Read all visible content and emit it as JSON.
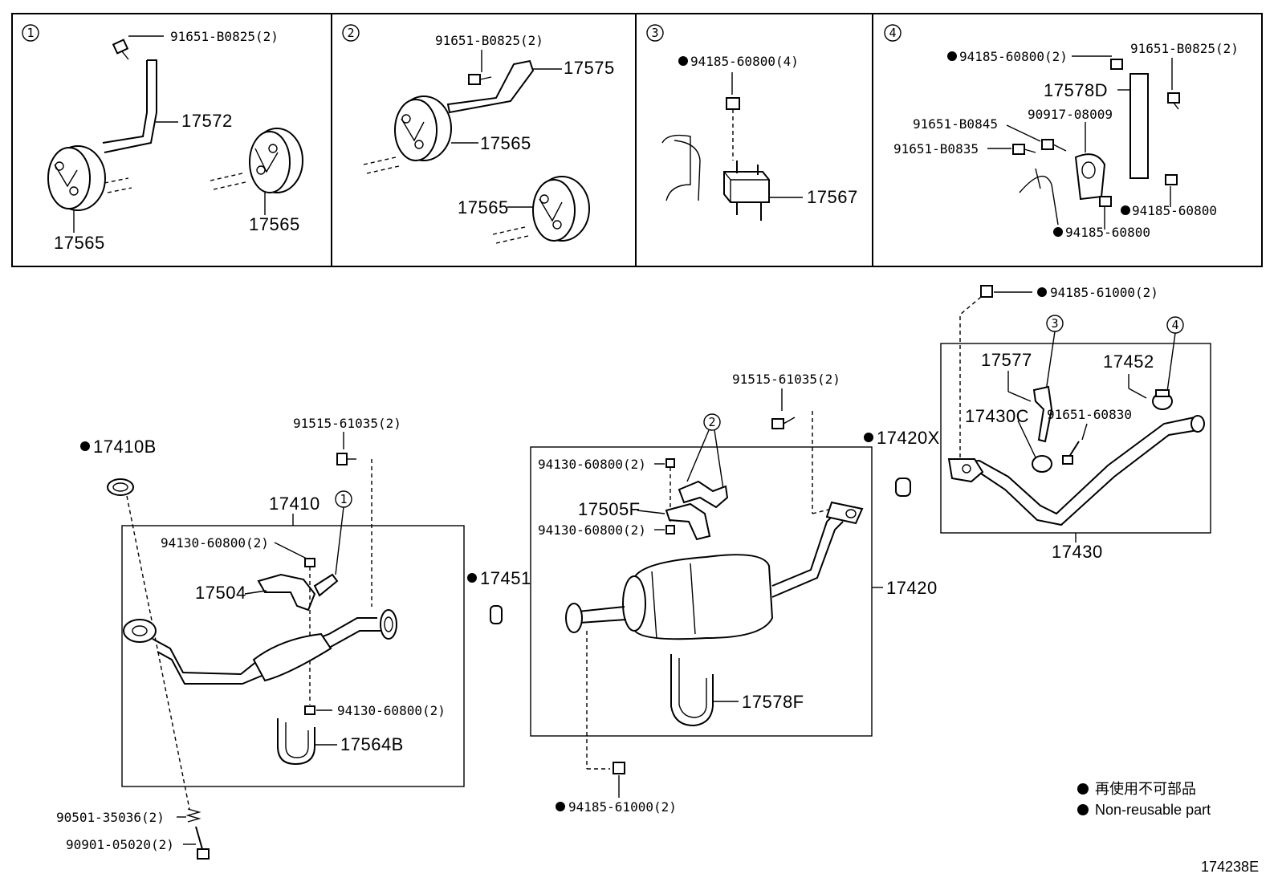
{
  "panels": [
    {
      "num": "1",
      "labels": {
        "bolt": "91651-B0825(2)",
        "hanger": "17572",
        "insul_left": "17565",
        "insul_right": "17565"
      }
    },
    {
      "num": "2",
      "labels": {
        "bolt": "91651-B0825(2)",
        "hanger": "17575",
        "insul_top": "17565",
        "insul_bottom": "17565"
      }
    },
    {
      "num": "3",
      "labels": {
        "nut": "94185-60800(4)",
        "mount": "17567"
      }
    },
    {
      "num": "4",
      "labels": {
        "nut_top": "94185-60800(2)",
        "bolt_top": "91651-B0825(2)",
        "bracket": "17578D",
        "bolt_b0845": "91651-B0845",
        "bolt_b0835": "91651-B0835",
        "cushion": "90917-08009",
        "nut_right": "94185-60800",
        "nut_bottom": "94185-60800"
      }
    }
  ],
  "main": {
    "gasket_17410b": "17410B",
    "bolt_91515_left": "91515-61035(2)",
    "pipe_17410": "17410",
    "nut_94130_a": "94130-60800(2)",
    "bracket_17504": "17504",
    "nut_94130_b": "94130-60800(2)",
    "clamp_17564b": "17564B",
    "spring_90501": "90501-35036(2)",
    "bolt_90901": "90901-05020(2)",
    "callout_1": "1",
    "gasket_17451": "17451",
    "bolt_91515_right": "91515-61035(2)",
    "nut_94130_c": "94130-60800(2)",
    "bracket_17505f": "17505F",
    "nut_94130_d": "94130-60800(2)",
    "callout_2": "2",
    "muffler_17420": "17420",
    "clamp_17578f": "17578F",
    "nut_94185_61000_bottom": "94185-61000(2)",
    "gasket_17420x": "17420X",
    "nut_94185_61000_top": "94185-61000(2)",
    "callout_3": "3",
    "callout_4": "4",
    "bracket_17577": "17577",
    "clamp_17452": "17452",
    "part_17430c": "17430C",
    "bolt_91651_60830": "91651-60830",
    "tailpipe_17430": "17430"
  },
  "legend": {
    "jp": "再使用不可部品",
    "en": "Non-reusable part"
  },
  "figure_id": "174238E"
}
